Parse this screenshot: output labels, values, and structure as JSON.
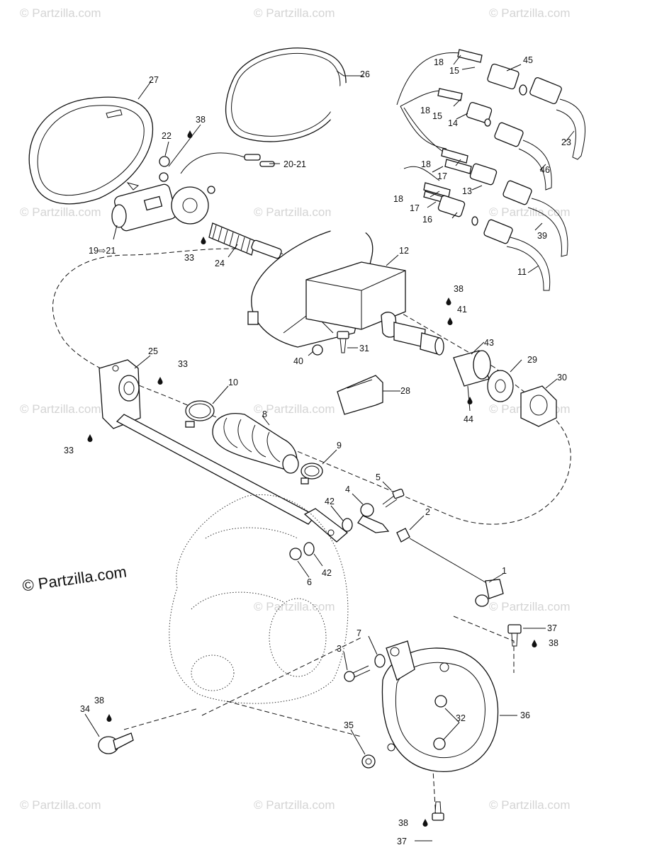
{
  "watermark": "© Partzilla.com",
  "copyright": "© Partzilla.com",
  "callouts": {
    "c1": "1",
    "c2": "2",
    "c3": "3",
    "c4": "4",
    "c5": "5",
    "c6": "6",
    "c7": "7",
    "c8": "8",
    "c9": "9",
    "c10": "10",
    "c11": "11",
    "c12": "12",
    "c13": "13",
    "c14": "14",
    "c15a": "15",
    "c15b": "15",
    "c16": "16",
    "c17a": "17",
    "c17b": "17",
    "c18a": "18",
    "c18b": "18",
    "c18c": "18",
    "c18d": "18",
    "c19": "19⇨21",
    "c20": "20-21",
    "c22": "22",
    "c23": "23",
    "c24": "24",
    "c25": "25",
    "c26": "26",
    "c27": "27",
    "c28": "28",
    "c29": "29",
    "c30": "30",
    "c31": "31",
    "c32": "32",
    "c33a": "33",
    "c33b": "33",
    "c33c": "33",
    "c34": "34",
    "c35": "35",
    "c36": "36",
    "c37a": "37",
    "c37b": "37",
    "c38a": "38",
    "c38b": "38",
    "c38c": "38",
    "c38d": "38",
    "c38e": "38",
    "c39": "39",
    "c40": "40",
    "c41": "41",
    "c42a": "42",
    "c42b": "42",
    "c43": "43",
    "c44": "44",
    "c45": "45",
    "c46": "46"
  },
  "icons": {
    "drop": "lubricant-drop-icon"
  }
}
